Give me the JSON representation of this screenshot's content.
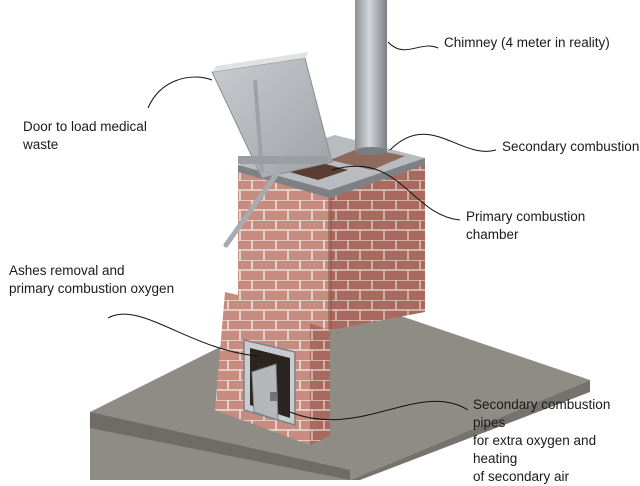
{
  "diagram": {
    "labels": {
      "chimney": "Chimney (4 meter in reality)",
      "door": "Door to load medical\nwaste",
      "secondary_combustion": "Secondary combustion",
      "primary_chamber": "Primary combustion\nchamber",
      "ashes": "Ashes removal and\nprimary combustion oxygen",
      "pipes": "Secondary combustion pipes\nfor extra oxygen and heating\nof secondary air"
    }
  },
  "colors": {
    "ground_top": "#8f8c86",
    "ground_side": "#6f6c67",
    "brick_light": "#c98a7e",
    "brick_dark": "#a86a5f",
    "mortar": "#e8dcd6",
    "steel": "#b9bcbf",
    "steel_dark": "#7d8185",
    "leader_line": "#111111"
  }
}
